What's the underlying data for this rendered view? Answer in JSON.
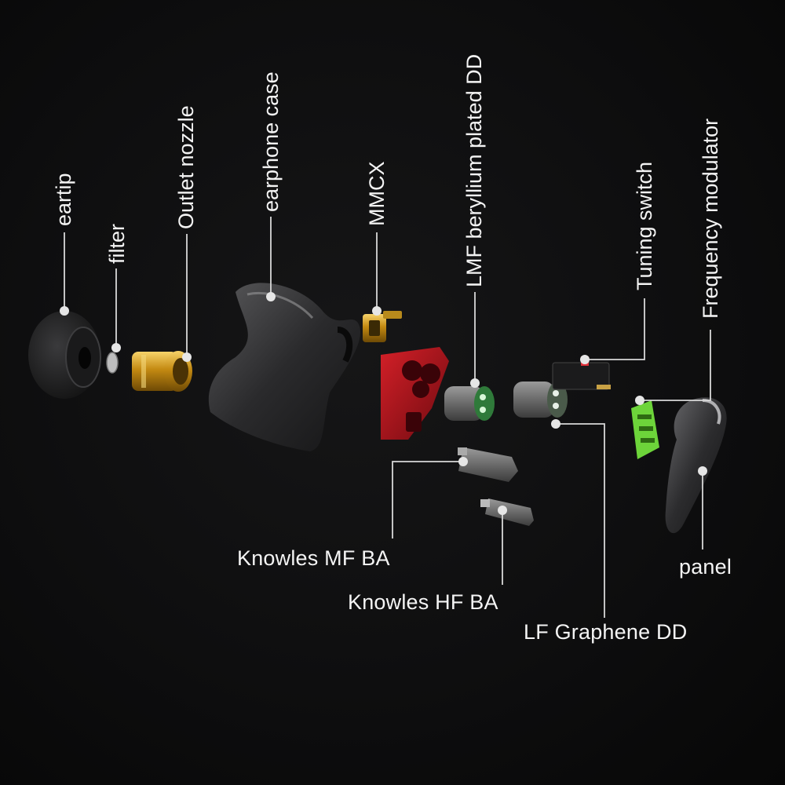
{
  "labels": {
    "eartip": "eartip",
    "filter": "filter",
    "outlet_nozzle": "Outlet nozzle",
    "earphone_case": "earphone case",
    "mmcx": "MMCX",
    "lmf_dd": "LMF beryllium plated DD",
    "tuning_switch": "Tuning switch",
    "frequency_modulator": "Frequency modulator",
    "knowles_mf_ba": "Knowles MF BA",
    "knowles_hf_ba": "Knowles HF BA",
    "lf_graphene_dd": "LF Graphene DD",
    "panel": "panel"
  },
  "colors": {
    "background": "#0e0e0f",
    "line": "#d8d8d8",
    "nozzle_gold": "#d4a017",
    "shell_red": "#b3121b",
    "modulator_green": "#6dd43a",
    "switch_red": "#e0303a"
  }
}
